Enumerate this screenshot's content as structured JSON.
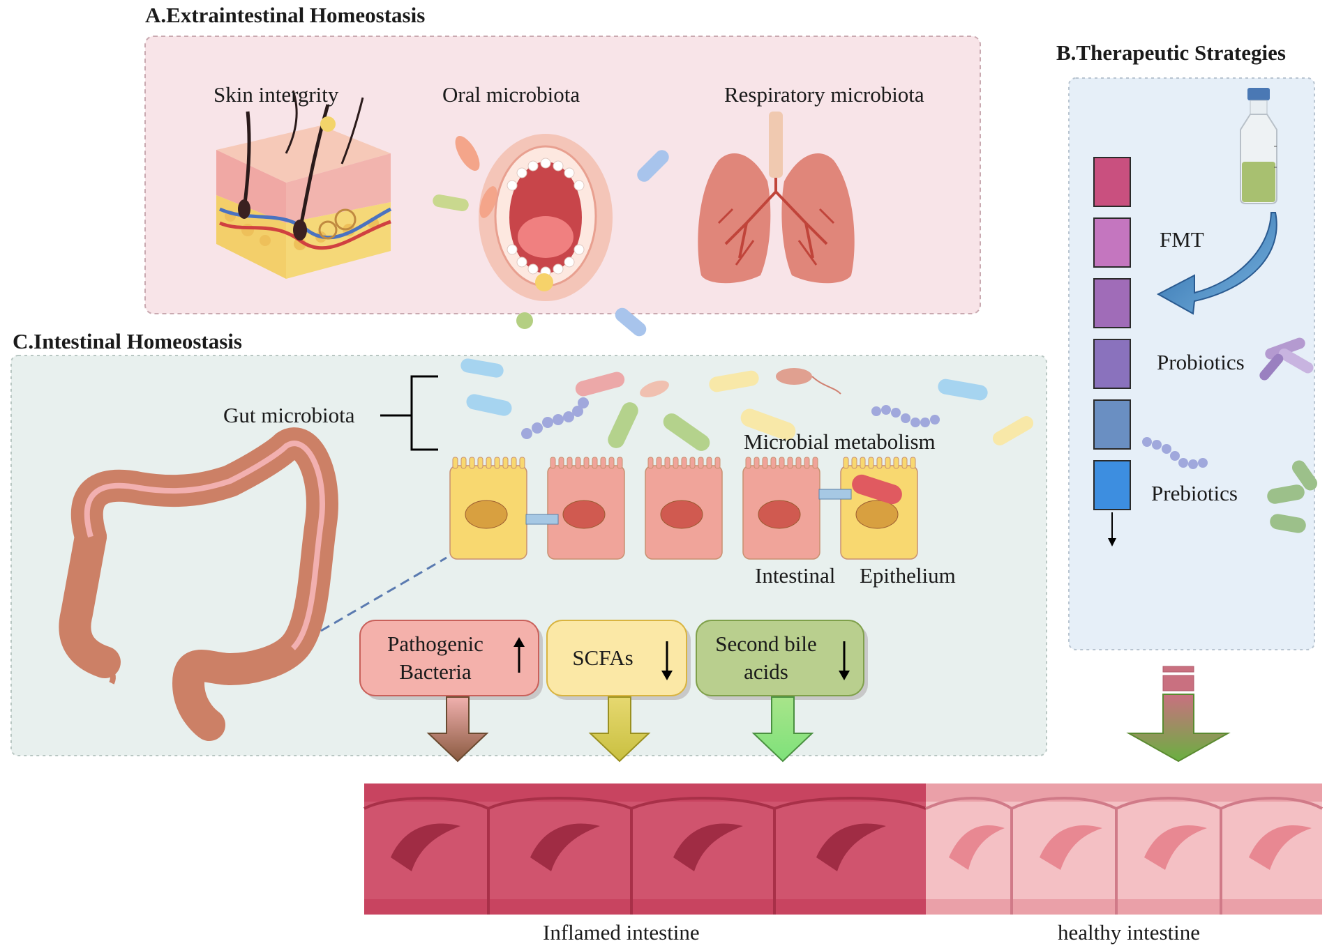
{
  "panels": {
    "extraintestinal": {
      "title": "A.Extraintestinal  Homeostasis",
      "labels": [
        "Skin intergrity",
        "Oral microbiota",
        "Respiratory microbiota"
      ]
    },
    "therapeutic": {
      "title": "B.Therapeutic Strategies",
      "strategies": [
        "FMT",
        "Probiotics",
        "Prebiotics"
      ],
      "scale_colors": [
        "#c9507f",
        "#c476bf",
        "#a06cb8",
        "#8a72bd",
        "#6a8fc2",
        "#3d8ee0"
      ]
    },
    "intestinal": {
      "title": "C.Intestinal  Homeostasis",
      "gut_microbiota": "Gut microbiota",
      "microbial_metabolism": "Microbial metabolism",
      "epithelium": [
        "Intestinal",
        "Epithelium"
      ],
      "factors": [
        {
          "line1": "Pathogenic",
          "line2": "Bacteria",
          "trend": "up",
          "fill": "#f4b1ab",
          "stroke": "#c9605a"
        },
        {
          "line1": "SCFAs",
          "line2": "",
          "trend": "down",
          "fill": "#fbe8a6",
          "stroke": "#d9b440"
        },
        {
          "line1": "Second bile",
          "line2": "acids",
          "trend": "down",
          "fill": "#b9cf8e",
          "stroke": "#7fa04a"
        }
      ]
    }
  },
  "intestine_states": {
    "inflamed": "Inflamed intestine",
    "healthy": "healthy intestine"
  }
}
